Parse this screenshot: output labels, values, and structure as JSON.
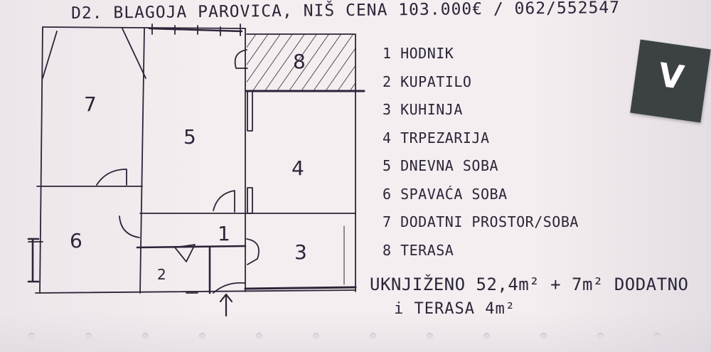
{
  "header": {
    "address_phone": "D2. BLAGOJA PAROVICA, NIŠ   CENA 103.000€ / 062/552547"
  },
  "rooms": [
    "1",
    "2",
    "3",
    "4",
    "5",
    "6",
    "7",
    "8"
  ],
  "legend": [
    "1 HODNIK",
    "2 KUPATILO",
    "3 KUHINJA",
    "4 TRPEZARIJA",
    "5 DNEVNA SOBA",
    "6 SPAVAĆA SOBA",
    "7 DODATNI PROSTOR/SOBA",
    "8 TERASA"
  ],
  "area": {
    "line1": "UKNJIŽENO 52,4m² + 7m² DODATNO",
    "line2": "i TERASA 4m²"
  },
  "badge": {
    "letter": "V"
  },
  "colors": {
    "ink": "#2a2538",
    "paper": "#f4eef0",
    "badge_bg": "#3c4244"
  }
}
